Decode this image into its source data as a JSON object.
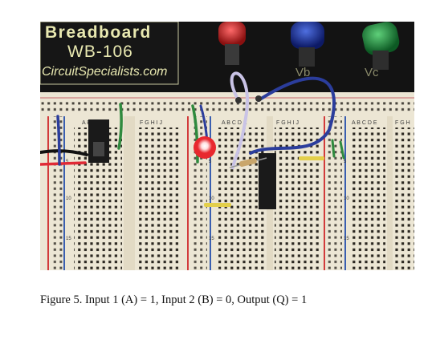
{
  "photo": {
    "brand_line1": "Breadboard",
    "brand_line2": "WB-106",
    "brand_line3": "CircuitSpecialists.com",
    "terminal_labels": [
      "Vb",
      "Vc"
    ],
    "column_headers": [
      "A B C D",
      "F G H I J",
      "A B C D E",
      "F G H I J",
      "A B C D E",
      "F G H"
    ],
    "row_numbers": [
      "5",
      "10",
      "15",
      "5",
      "10",
      "15",
      "5",
      "10",
      "15"
    ],
    "colors": {
      "board": "#ece6d4",
      "top_panel": "#131313",
      "brand_yellow": "#e8e8b0",
      "red_rail": "#d23b3b",
      "blue_rail": "#3a5fb0",
      "wire_blue": "#2b3d9c",
      "wire_green": "#2f8a3e",
      "led_red": "#e8282f",
      "chip_black": "#1a1a1a"
    }
  },
  "caption": {
    "text": "Figure 5. Input 1 (A) = 1, Input 2 (B) = 0, Output (Q) = 1"
  }
}
